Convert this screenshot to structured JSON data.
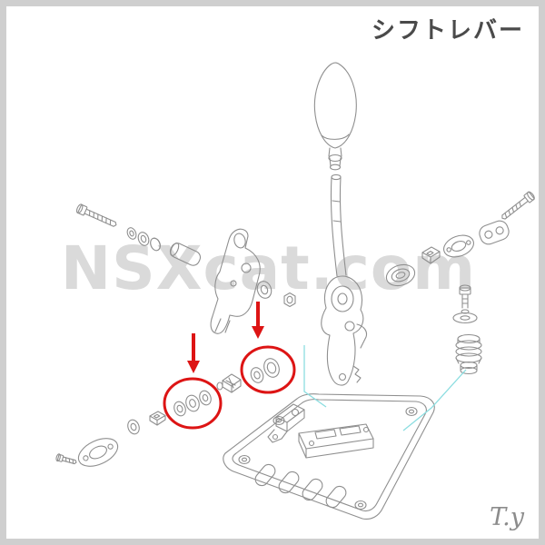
{
  "page": {
    "title": "シフトレバー",
    "watermark": "NSXcat.com",
    "signature": "T.y"
  },
  "colors": {
    "frame_gray": "#cfcfcf",
    "title_gray": "#4a4a4a",
    "watermark_gray": "#dadada",
    "signature_gray": "#8c8c8c",
    "line_gray": "#8f8f8f",
    "connector_cyan": "#8bdde0",
    "highlight_red": "#dd1414",
    "background": "#ffffff"
  },
  "diagram": {
    "name": "shift-lever-exploded-parts-diagram",
    "parts": [
      "bolt-top-left",
      "washer-stack-top-left",
      "bushing-cylinder",
      "pivot-bracket",
      "bushing-ring-middle",
      "nut-middle",
      "shift-knob",
      "lever-shaft",
      "lever-assembly",
      "boot-grommet",
      "spacer-block",
      "oval-gasket",
      "end-plate",
      "bolt-top-right",
      "bolt-with-washer-right",
      "mount-grommet",
      "base-plate",
      "plate-bracket",
      "joint-block",
      "washer-set-left",
      "washer-set-right",
      "mount-flange",
      "bolt-bottom-left",
      "washer-bottom-left",
      "spacer-block-left"
    ],
    "highlights": [
      {
        "shape": "red-circle-with-down-arrow",
        "target": "washer-set-left"
      },
      {
        "shape": "red-circle-with-down-arrow",
        "target": "washer-set-right"
      }
    ],
    "connector_lines": {
      "count": 2,
      "style": "thin-cyan-polyline"
    }
  }
}
